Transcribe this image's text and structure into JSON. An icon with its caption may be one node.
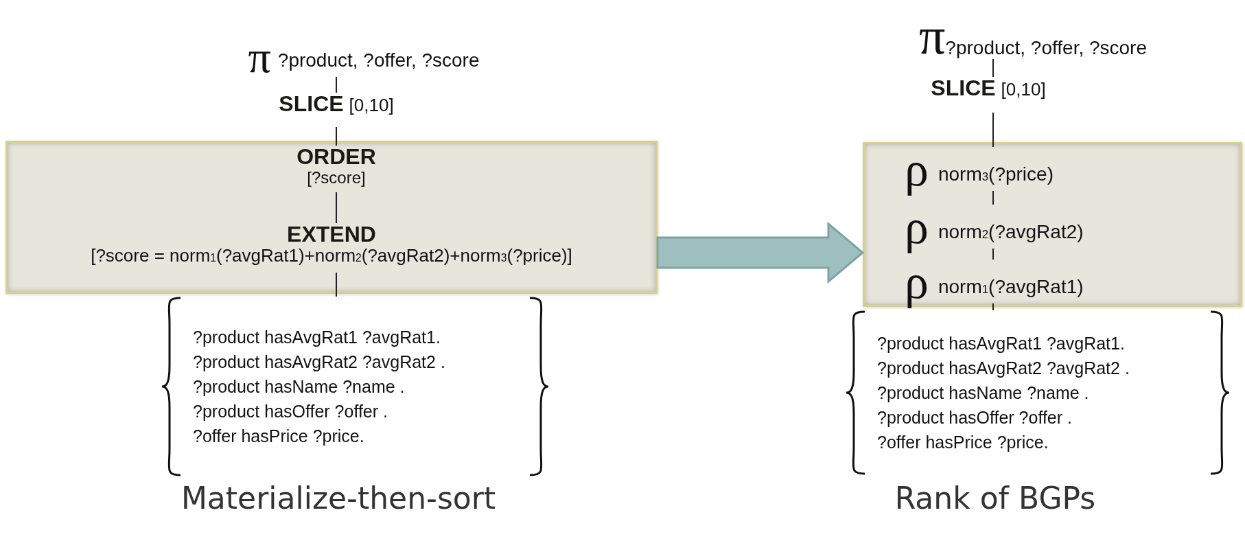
{
  "diagram": {
    "nodes": [
      {
        "text": [
          "π",
          "?product, ?offer, ?score"
        ]
      },
      {
        "text": [
          "SLICE",
          "[0,10]"
        ]
      },
      {
        "text": [],
        "shape": "box"
      },
      {
        "text": [
          "ORDER",
          "[?score]"
        ],
        "in": 2
      },
      {
        "text": [
          "EXTEND",
          "[?score = norm$_{1}$(?avgRat1)+norm$_{2}$(?avgRat2)+norm$_{3}$(?price)]"
        ],
        "in": 2
      },
      {
        "text": [
          "?product hasAvgRat1 ?avgRat1.",
          "?product hasAvgRat2 ?avgRat2 .",
          "?product hasName ?name .",
          "?product hasOffer ?offer .",
          "?offer hasPrice ?price."
        ]
      },
      {
        "text": [
          "π",
          "?product, ?offer, ?score"
        ]
      },
      {
        "text": [
          "SLICE",
          "[0,10]"
        ]
      },
      {
        "text": [],
        "shape": "box"
      },
      {
        "text": [
          "ρ",
          "norm$_{3}$(?price)"
        ],
        "in": 8
      },
      {
        "text": [
          "ρ",
          "norm$_{2}$(?avgRat2)"
        ],
        "in": 8
      },
      {
        "text": [
          "ρ",
          "norm$_{1}$(?avgRat1)"
        ],
        "in": 8
      },
      {
        "text": [
          "?product hasAvgRat1 ?avgRat1.",
          "?product hasAvgRat2 ?avgRat2 .",
          "?product hasName ?name .",
          "?product hasOffer ?offer .",
          "?offer hasPrice ?price."
        ]
      }
    ],
    "edges": [
      {
        "from": 0,
        "to": 1,
        "arrow": "none"
      },
      {
        "from": 1,
        "to": 3,
        "arrow": "none"
      },
      {
        "from": 3,
        "to": 4,
        "arrow": "none"
      },
      {
        "from": 4,
        "to": 5,
        "arrow": "none"
      },
      {
        "from": 6,
        "to": 7,
        "arrow": "none"
      },
      {
        "from": 7,
        "to": 9,
        "arrow": "none"
      },
      {
        "from": 9,
        "to": 10,
        "arrow": "none"
      },
      {
        "from": 10,
        "to": 11,
        "arrow": "none"
      },
      {
        "from": 11,
        "to": 12,
        "arrow": "none"
      },
      {
        "from": 2,
        "to": 8,
        "arrow": "to",
        "style": "thick",
        "color": "#9dbfbf"
      }
    ],
    "labels": [
      "Materialize-then-sort",
      "Rank of BGPs"
    ]
  }
}
